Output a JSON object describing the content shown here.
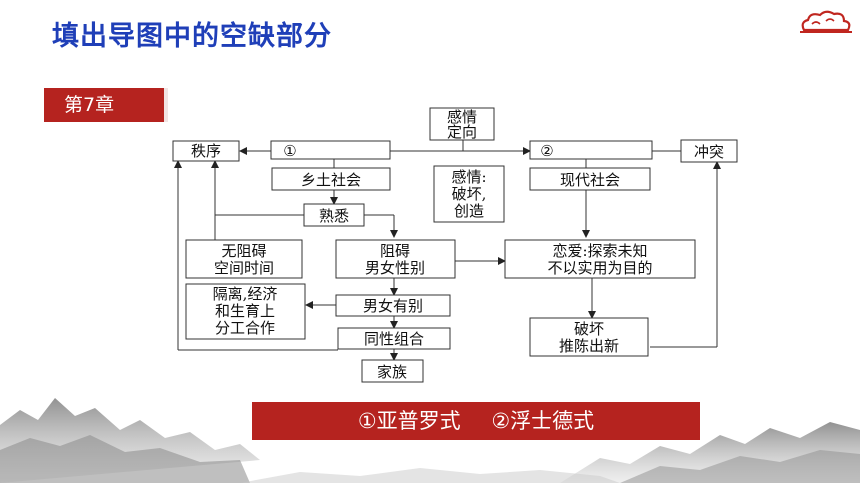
{
  "title": "填出导图中的空缺部分",
  "chapter": "第7章",
  "nodes": {
    "order": "秩序",
    "blank1": "①",
    "emotion_dir_1": "感情",
    "emotion_dir_2": "定向",
    "blank2": "②",
    "conflict": "冲突",
    "rural": "乡土社会",
    "emotion_break_1": "感情:",
    "emotion_break_2": "破坏,",
    "emotion_break_3": "创造",
    "modern": "现代社会",
    "familiar": "熟悉",
    "no_barrier_1": "无阻碍",
    "no_barrier_2": "空间时间",
    "barrier_1": "阻碍",
    "barrier_2": "男女性别",
    "love_1": "恋爱:探索未知",
    "love_2": "不以实用为目的",
    "isolation_1": "隔离,经济",
    "isolation_2": "和生育上",
    "isolation_3": "分工合作",
    "distinction": "男女有别",
    "same_sex": "同性组合",
    "clan": "家族",
    "destroy_1": "破坏",
    "destroy_2": "推陈出新"
  },
  "answers": {
    "a1": "①亚普罗式",
    "a2": "②浮士德式"
  },
  "colors": {
    "title": "#1f3fb8",
    "banner": "#b5231f"
  }
}
